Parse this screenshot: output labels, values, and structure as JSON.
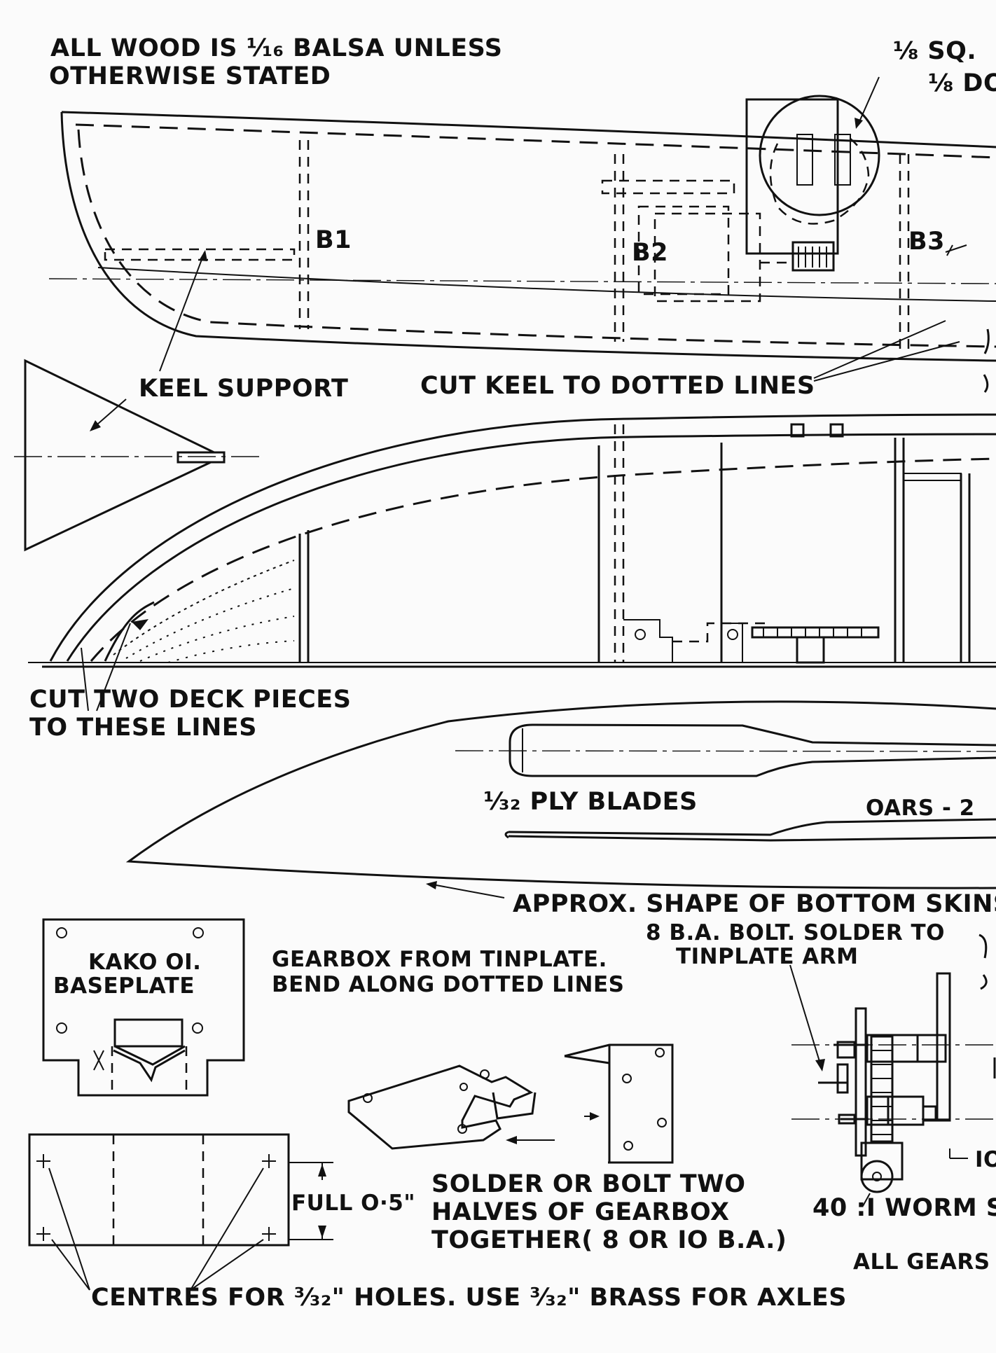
{
  "notes": {
    "wood_line1": "ALL WOOD IS ¹⁄₁₆ BALSA UNLESS",
    "wood_line2": "OTHERWISE STATED",
    "sq_line1": "⅛ SQ.",
    "sq_line2": "⅛ DO"
  },
  "bulkheads": {
    "b1": "B1",
    "b2": "B2",
    "b3": "B3"
  },
  "labels": {
    "keel_support": "KEEL SUPPORT",
    "cut_keel": "CUT KEEL TO  DOTTED LINES",
    "deck_line1": "CUT TWO  DECK  PIECES",
    "deck_line2": "TO THESE LINES",
    "ply_blades": "¹⁄₃₂ PLY BLADES",
    "oars": "OARS - 2",
    "bottom_skins": "APPROX.  SHAPE OF BOTTOM  SKINS",
    "bolt_line1": "8 B.A. BOLT. SOLDER TO",
    "bolt_line2": "TINPLATE  ARM",
    "kako_line1": "KAKO OI.",
    "kako_line2": "BASEPLATE",
    "gearbox_line1": "GEARBOX FROM TINPLATE.",
    "gearbox_line2": "BEND ALONG DOTTED LINES",
    "full_dim": "FULL O·5\"",
    "solder_line1": "SOLDER OR  BOLT  TWO",
    "solder_line2": "HALVES OF GEARBOX",
    "solder_line3": "TOGETHER( 8  OR  IO B.A.)",
    "worm": "40 :I  WORM  S",
    "all_gears": "ALL GEARS",
    "ten_mark": "IO",
    "centres": "CENTRES FOR ³⁄₃₂\"  HOLES.  USE ³⁄₃₂\"  BRASS  FOR  AXLES"
  }
}
